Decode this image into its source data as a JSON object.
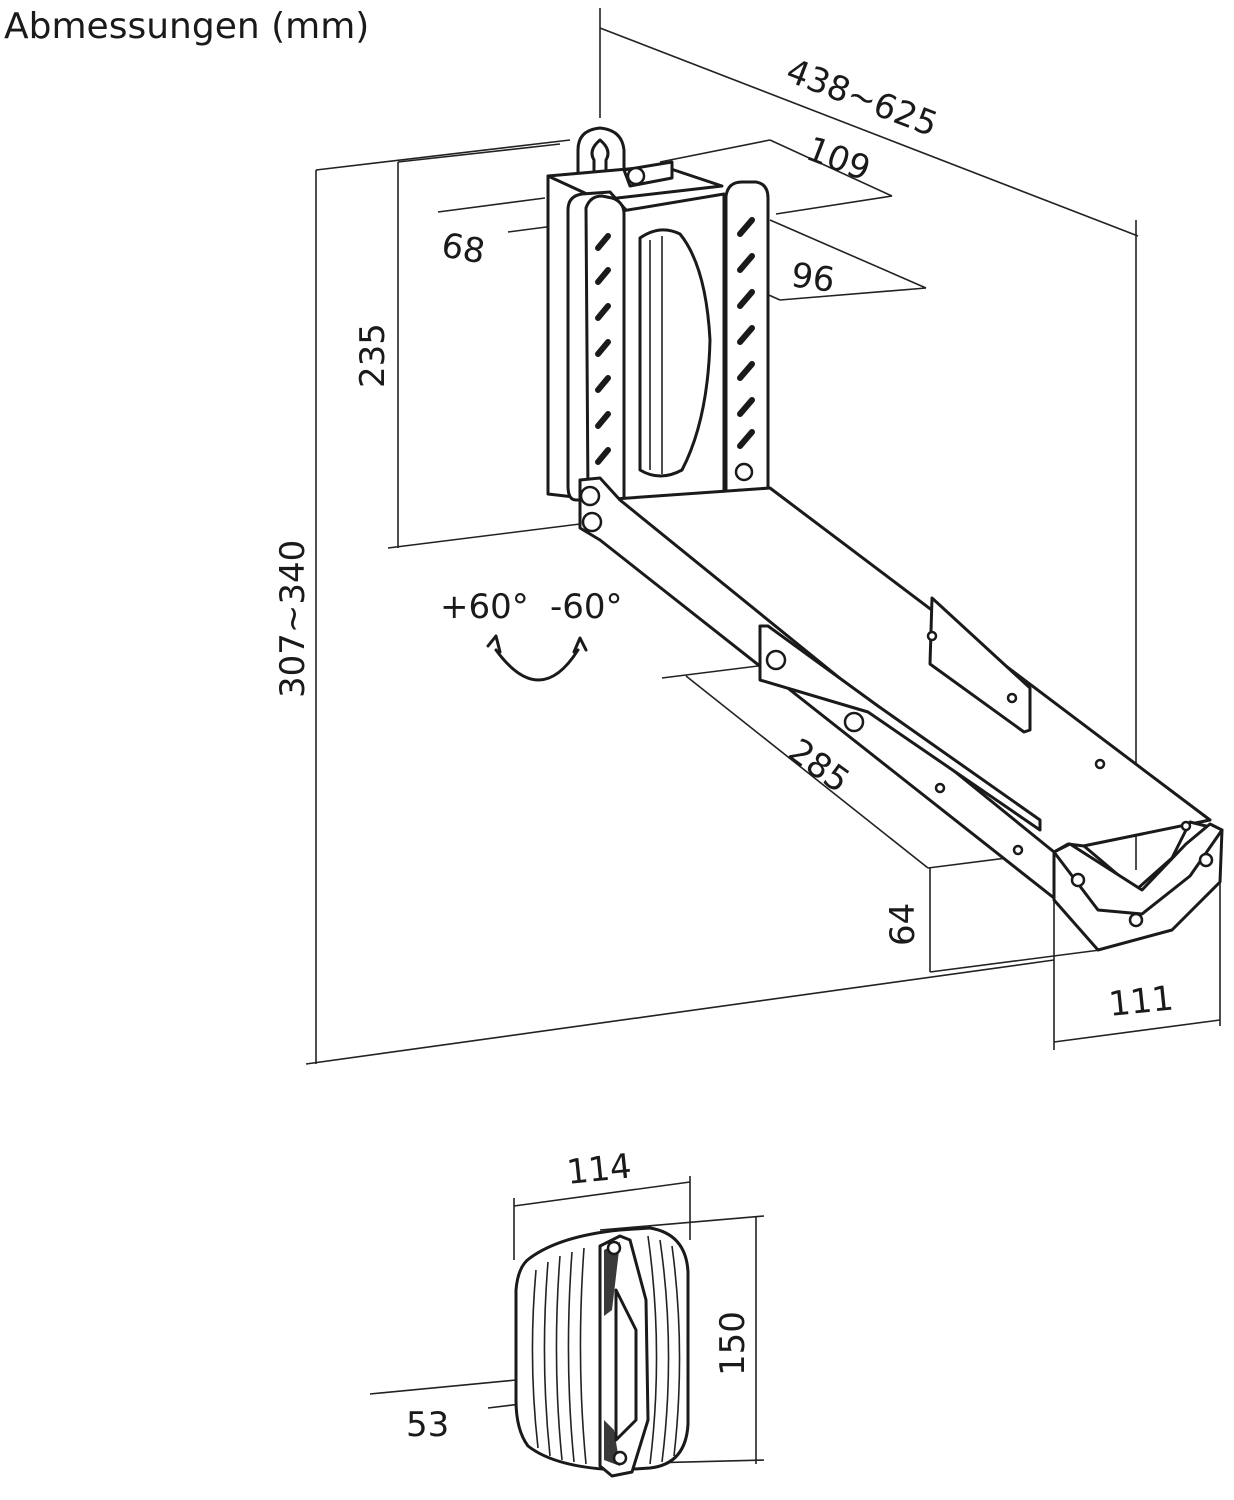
{
  "title": "Abmessungen (mm)",
  "dimensions": {
    "total_depth": "438~625",
    "plate_width_top": "109",
    "plate_depth": "68",
    "plate_width": "96",
    "plate_height": "235",
    "total_height": "307~340",
    "tilt_plus": "+60°",
    "tilt_minus": "-60°",
    "arm_length": "285",
    "cradle_height": "64",
    "cradle_width": "111",
    "pad_width": "114",
    "pad_height": "150",
    "pad_depth": "53"
  }
}
